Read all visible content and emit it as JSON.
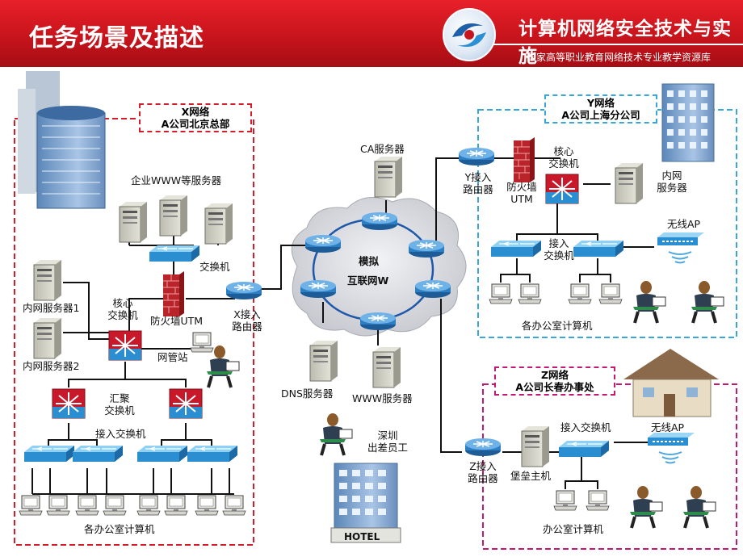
{
  "header": {
    "title": "任务场景及描述",
    "brand": "计算机网络安全技术与实施",
    "subtitle": "国家高等职业教育网络技术专业教学资源库"
  },
  "colors": {
    "header_red": "#d8161f",
    "region_x": "#d51d2a",
    "region_y": "#39a6d8",
    "region_z": "#c21a73",
    "switch_blue": "#3a9bd6",
    "router_blue": "#2b7fc2",
    "core_red": "#c9182a",
    "firewall_red": "#b8242a",
    "cloud_gray": "#d4d6dc",
    "ring_blue": "#1f58a8"
  },
  "regions": {
    "x": {
      "line1": "X网络",
      "line2": "A公司北京总部"
    },
    "y": {
      "line1": "Y网络",
      "line2": "A公司上海分公司"
    },
    "z": {
      "line1": "Z网络",
      "line2": "A公司长春办事处"
    }
  },
  "labels": {
    "ent_servers": "企业WWW等服务器",
    "x_switch": "交换机",
    "firewall_x": "防火墙UTM",
    "x_router_1": "X接入",
    "x_router_2": "路由器",
    "core_x_1": "核心",
    "core_x_2": "交换机",
    "nms": "网管站",
    "intranet1": "内网服务器1",
    "intranet2": "内网服务器2",
    "agg_1": "汇聚",
    "agg_2": "交换机",
    "access_x": "接入交换机",
    "office_x": "各办公室计算机",
    "ca": "CA服务器",
    "internet_1": "模拟",
    "internet_2": "互联网W",
    "dns": "DNS服务器",
    "www": "WWW服务器",
    "traveler_1": "深圳",
    "traveler_2": "出差员工",
    "hotel": "HOTEL",
    "y_router_1": "Y接入",
    "y_router_2": "路由器",
    "fw_y_1": "防火墙",
    "fw_y_2": "UTM",
    "core_y_1": "核心",
    "core_y_2": "交换机",
    "intranet_y_1": "内网",
    "intranet_y_2": "服务器",
    "access_y_1": "接入",
    "access_y_2": "交换机",
    "ap_y": "无线AP",
    "office_y": "各办公室计算机",
    "z_router_1": "Z接入",
    "z_router_2": "路由器",
    "bastion": "堡垒主机",
    "access_z": "接入交换机",
    "ap_z": "无线AP",
    "office_z": "办公室计算机"
  }
}
